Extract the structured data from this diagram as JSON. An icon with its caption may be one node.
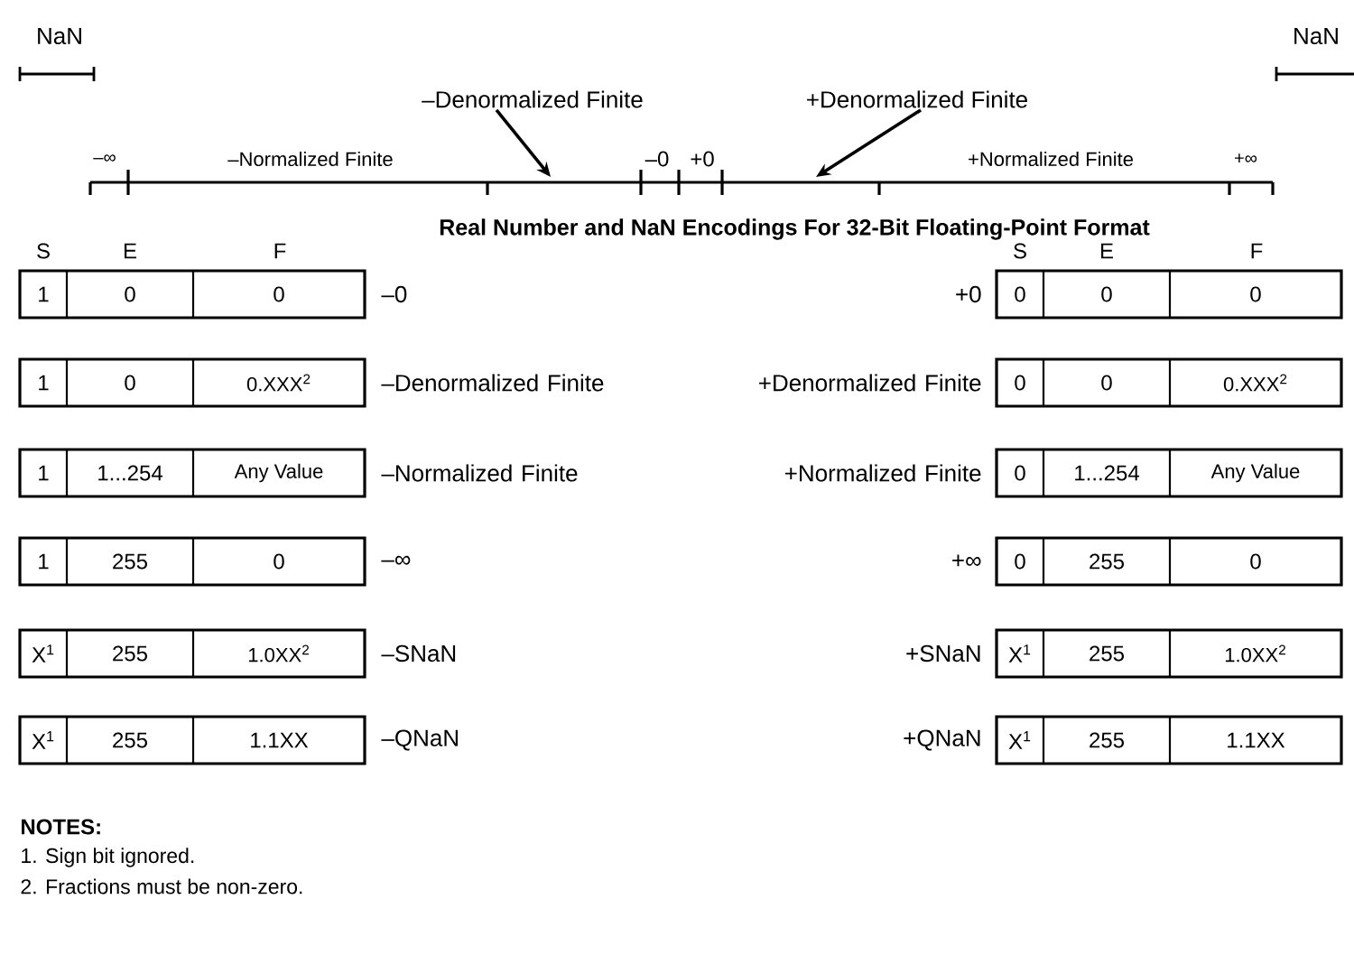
{
  "diagram": {
    "title": "Real Number and NaN Encodings For 32-Bit Floating-Point Format",
    "nodes": [
      {
        "text": [
          "–Denormalized Finite"
        ]
      },
      {
        "text": [
          "+Denormalized Finite"
        ]
      },
      {
        "text": [
          "1",
          "0",
          "0"
        ],
        "beside": [
          "–0"
        ]
      },
      {
        "text": [
          "0",
          "0",
          "0"
        ],
        "beside": [
          "+0"
        ]
      },
      {
        "text": [
          "1",
          "0",
          "0.XXX$^{2}$"
        ],
        "beside": [
          "–Denormalized Finite"
        ]
      },
      {
        "text": [
          "0",
          "0",
          "0.XXX$^{2}$"
        ],
        "beside": [
          "+Denormalized Finite"
        ]
      },
      {
        "text": [
          "1",
          "1...254",
          "Any Value"
        ],
        "beside": [
          "–Normalized Finite"
        ]
      },
      {
        "text": [
          "0",
          "1...254",
          "Any Value"
        ],
        "beside": [
          "+Normalized Finite"
        ]
      },
      {
        "text": [
          "1",
          "255",
          "0"
        ],
        "beside": [
          "–∞"
        ]
      },
      {
        "text": [
          "0",
          "255",
          "0"
        ],
        "beside": [
          "+∞"
        ]
      },
      {
        "text": [
          "X$^{1}$",
          "255",
          "1.0XX$^{2}$"
        ],
        "beside": [
          "–SNaN"
        ]
      },
      {
        "text": [
          "X$^{1}$",
          "255",
          "1.0XX$^{2}$"
        ],
        "beside": [
          "+SNaN"
        ]
      },
      {
        "text": [
          "X$^{1}$",
          "255",
          "1.1XX"
        ],
        "beside": [
          "–QNaN"
        ]
      },
      {
        "text": [
          "X$^{1}$",
          "255",
          "1.1XX"
        ],
        "beside": [
          "+QNaN"
        ]
      }
    ],
    "edges": [
      {
        "from": 0,
        "to": null,
        "arrow": "to"
      },
      {
        "from": 1,
        "to": null,
        "arrow": "to"
      }
    ],
    "labels": [
      "NaN",
      "NaN",
      "–∞",
      "–Normalized Finite",
      "–0",
      "+0",
      "+Normalized Finite",
      "+∞",
      "S",
      "E",
      "F",
      "S",
      "E",
      "F",
      "NOTES:",
      "1. Sign bit ignored.",
      "2. Fractions must be non-zero."
    ]
  }
}
